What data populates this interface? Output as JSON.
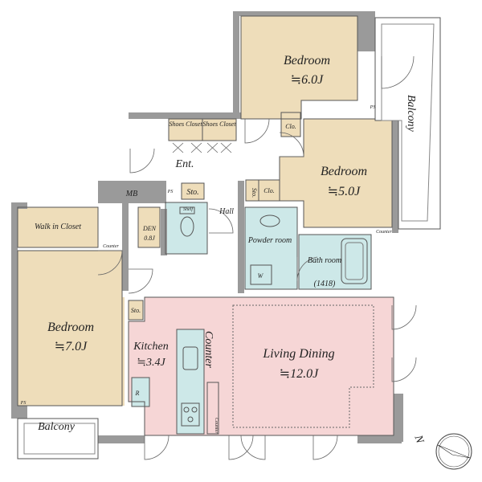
{
  "rooms": {
    "bedroom_top": {
      "name": "Bedroom",
      "size": "≒6.0J"
    },
    "bedroom_mid": {
      "name": "Bedroom",
      "size": "≒5.0J"
    },
    "bedroom_left": {
      "name": "Bedroom",
      "size": "≒7.0J"
    },
    "living": {
      "name": "Living Dining",
      "size": "≒12.0J"
    },
    "kitchen": {
      "name": "Kitchen",
      "size": "≒3.4J"
    },
    "powder": {
      "name": "Powder room"
    },
    "bath": {
      "name": "Bath room",
      "size": "(1418)"
    },
    "walkin": {
      "name": "Walk in Closet"
    },
    "den": {
      "name": "DEN",
      "size": "0.8J"
    },
    "hall": {
      "name": "Hall"
    },
    "ent": {
      "name": "Ent."
    },
    "mb": {
      "name": "MB"
    }
  },
  "labels": {
    "shoes1": "Shoes Closet",
    "shoes2": "Shoes Closet",
    "sto": "Sto.",
    "clo": "Clo.",
    "ps": "PS",
    "counter": "Counter",
    "shelf": "Shelf",
    "w": "W",
    "r": "R",
    "balcony": "Balcony",
    "north": "N"
  },
  "colors": {
    "bedroom": "#eeddba",
    "living": "#f6d6d6",
    "wet": "#cde8e8",
    "wall": "#9a9a9a",
    "line": "#555555"
  }
}
